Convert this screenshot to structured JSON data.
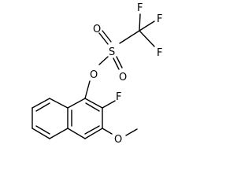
{
  "molecule": {
    "atoms": {
      "F_top": "F",
      "F_right_upper": "F",
      "F_right_lower": "F",
      "S": "S",
      "O_sulfonyl_upper": "O",
      "O_sulfonyl_lower": "O",
      "O_ester": "O",
      "F_ring": "F",
      "O_methoxy": "O"
    }
  }
}
